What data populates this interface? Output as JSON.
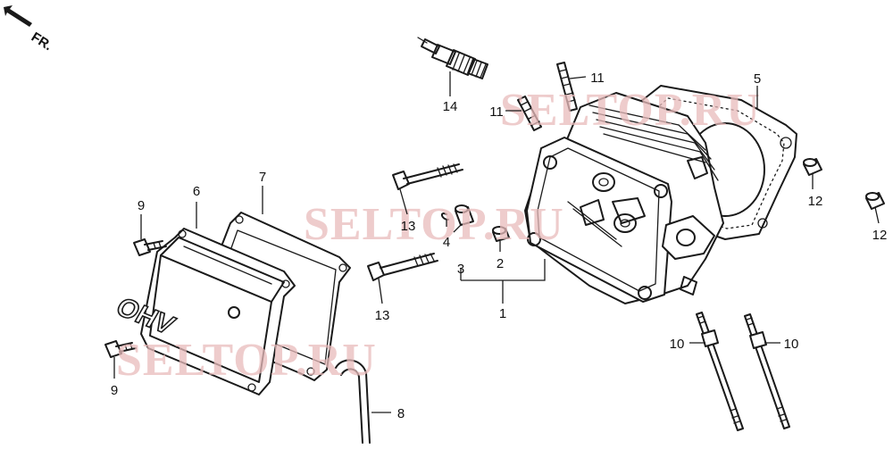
{
  "diagram": {
    "orientation_label": "FR.",
    "emboss_text": "OHV",
    "watermark_text": "SELTOP.RU",
    "callouts": [
      {
        "id": "c1",
        "label": "1"
      },
      {
        "id": "c2",
        "label": "2"
      },
      {
        "id": "c3",
        "label": "3"
      },
      {
        "id": "c4",
        "label": "4"
      },
      {
        "id": "c5",
        "label": "5"
      },
      {
        "id": "c6",
        "label": "6"
      },
      {
        "id": "c7",
        "label": "7"
      },
      {
        "id": "c8",
        "label": "8"
      },
      {
        "id": "c9a",
        "label": "9"
      },
      {
        "id": "c9b",
        "label": "9"
      },
      {
        "id": "c10a",
        "label": "10"
      },
      {
        "id": "c10b",
        "label": "10"
      },
      {
        "id": "c11a",
        "label": "11"
      },
      {
        "id": "c11b",
        "label": "11"
      },
      {
        "id": "c12a",
        "label": "12"
      },
      {
        "id": "c12b",
        "label": "12"
      },
      {
        "id": "c13a",
        "label": "13"
      },
      {
        "id": "c13b",
        "label": "13"
      },
      {
        "id": "c14",
        "label": "14"
      }
    ]
  }
}
